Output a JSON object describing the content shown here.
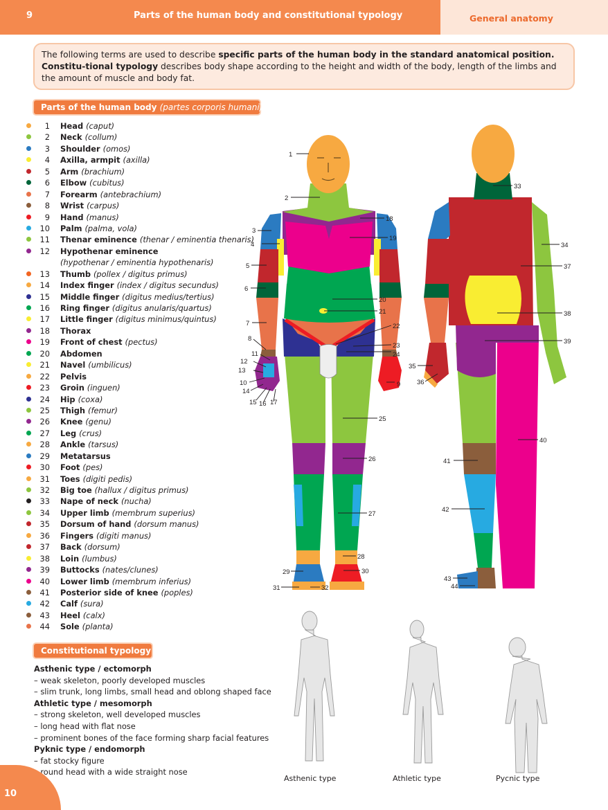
{
  "header": {
    "page_number": "9",
    "title": "Parts of the human body and constitutional typology",
    "section": "General anatomy"
  },
  "intro": {
    "t1": "The following terms are used to describe ",
    "b1": "specific parts of the human body in the standard anatomical position. Constitu-tional typology",
    "t2": " describes body shape according to the height and width of the body, length of the limbs and the amount of muscle and body fat."
  },
  "parts_heading": {
    "label": "Parts of the human body ",
    "latin": "(partes corporis humani)"
  },
  "parts": [
    {
      "num": "1",
      "term": "Head",
      "latin": "(caput)",
      "color": "#f7a941"
    },
    {
      "num": "2",
      "term": "Neck",
      "latin": "(collum)",
      "color": "#8dc63f"
    },
    {
      "num": "3",
      "term": "Shoulder",
      "latin": "(omos)",
      "color": "#2b7bc1"
    },
    {
      "num": "4",
      "term": "Axilla, armpit",
      "latin": "(axilla)",
      "color": "#f9ed32"
    },
    {
      "num": "5",
      "term": "Arm",
      "latin": "(brachium)",
      "color": "#c1272d"
    },
    {
      "num": "6",
      "term": "Elbow",
      "latin": "(cubitus)",
      "color": "#00653a"
    },
    {
      "num": "7",
      "term": "Forearm",
      "latin": "(antebrachium)",
      "color": "#e8734a"
    },
    {
      "num": "8",
      "term": "Wrist",
      "latin": "(carpus)",
      "color": "#8b5e3c"
    },
    {
      "num": "9",
      "term": "Hand",
      "latin": "(manus)",
      "color": "#ed1c24"
    },
    {
      "num": "10",
      "term": "Palm",
      "latin": "(palma, vola)",
      "color": "#27aae1"
    },
    {
      "num": "11",
      "term": "Thenar eminence",
      "latin": "(thenar / eminentia thenaris)",
      "color": "#8dc63f"
    },
    {
      "num": "12",
      "term": "Hypothenar eminence",
      "latin": "",
      "latin2": "(hypothenar / eminentia hypothenaris)",
      "color": "#92278f"
    },
    {
      "num": "13",
      "term": "Thumb",
      "latin": "(pollex / digitus primus)",
      "color": "#f26522"
    },
    {
      "num": "14",
      "term": "Index finger",
      "latin": "(index / digitus secundus)",
      "color": "#f7a941"
    },
    {
      "num": "15",
      "term": "Middle finger",
      "latin": "(digitus medius/tertius)",
      "color": "#2e3192"
    },
    {
      "num": "16",
      "term": "Ring finger",
      "latin": "(digitus anularis/quartus)",
      "color": "#00a651"
    },
    {
      "num": "17",
      "term": "Little finger",
      "latin": "(digitus minimus/quintus)",
      "color": "#f9ed32"
    },
    {
      "num": "18",
      "term": "Thorax",
      "latin": "",
      "color": "#92278f"
    },
    {
      "num": "19",
      "term": "Front of chest",
      "latin": "(pectus)",
      "color": "#ec008c"
    },
    {
      "num": "20",
      "term": "Abdomen",
      "latin": "",
      "color": "#00a651"
    },
    {
      "num": "21",
      "term": "Navel",
      "latin": "(umbilicus)",
      "color": "#f9ed32"
    },
    {
      "num": "22",
      "term": "Pelvis",
      "latin": "",
      "color": "#f7a941"
    },
    {
      "num": "23",
      "term": "Groin",
      "latin": "(inguen)",
      "color": "#ed1c24"
    },
    {
      "num": "24",
      "term": "Hip",
      "latin": "(coxa)",
      "color": "#2e3192"
    },
    {
      "num": "25",
      "term": "Thigh",
      "latin": "(femur)",
      "color": "#8dc63f"
    },
    {
      "num": "26",
      "term": "Knee",
      "latin": "(genu)",
      "color": "#92278f"
    },
    {
      "num": "27",
      "term": "Leg",
      "latin": "(crus)",
      "color": "#00a651"
    },
    {
      "num": "28",
      "term": "Ankle",
      "latin": "(tarsus)",
      "color": "#f7a941"
    },
    {
      "num": "29",
      "term": "Metatarsus",
      "latin": "",
      "color": "#2b7bc1"
    },
    {
      "num": "30",
      "term": "Foot",
      "latin": "(pes)",
      "color": "#ed1c24"
    },
    {
      "num": "31",
      "term": "Toes",
      "latin": "(digiti pedis)",
      "color": "#f7a941"
    },
    {
      "num": "32",
      "term": "Big toe",
      "latin": "(hallux / digitus primus)",
      "color": "#8dc63f"
    },
    {
      "num": "33",
      "term": "Nape of neck",
      "latin": "(nucha)",
      "color": "#231f20"
    },
    {
      "num": "34",
      "term": "Upper limb",
      "latin": "(membrum superius)",
      "color": "#8dc63f"
    },
    {
      "num": "35",
      "term": "Dorsum of hand",
      "latin": "(dorsum manus)",
      "color": "#c1272d"
    },
    {
      "num": "36",
      "term": "Fingers",
      "latin": "(digiti manus)",
      "color": "#f7a941"
    },
    {
      "num": "37",
      "term": "Back",
      "latin": "(dorsum)",
      "color": "#c1272d"
    },
    {
      "num": "38",
      "term": "Loin",
      "latin": "(lumbus)",
      "color": "#f9ed32"
    },
    {
      "num": "39",
      "term": "Buttocks",
      "latin": "(nates/clunes)",
      "color": "#92278f"
    },
    {
      "num": "40",
      "term": "Lower limb",
      "latin": "(membrum inferius)",
      "color": "#ec008c"
    },
    {
      "num": "41",
      "term": "Posterior side of knee",
      "latin": "(poples)",
      "color": "#8b5e3c"
    },
    {
      "num": "42",
      "term": "Calf",
      "latin": "(sura)",
      "color": "#27aae1"
    },
    {
      "num": "43",
      "term": "Heel",
      "latin": "(calx)",
      "color": "#8b5e3c"
    },
    {
      "num": "44",
      "term": "Sole",
      "latin": "(planta)",
      "color": "#e8734a"
    }
  ],
  "const_heading": "Constitutional typology",
  "typology": [
    {
      "title": "Asthenic type / ectomorph",
      "lines": [
        "– weak skeleton, poorly developed muscles",
        "– slim trunk, long limbs, small head and oblong shaped face"
      ]
    },
    {
      "title": "Athletic type / mesomorph",
      "lines": [
        "– strong skeleton, well developed muscles",
        "– long head with flat nose",
        "– prominent bones of the face forming sharp facial features"
      ]
    },
    {
      "title": "Pyknic type / endomorph",
      "lines": [
        "– fat stocky figure",
        "– round head with a wide straight nose"
      ]
    }
  ],
  "type_labels": {
    "asthenic": "Asthenic type",
    "athletic": "Athletic type",
    "pycnic": "Pycnic type"
  },
  "figure_labels": [
    "1",
    "2",
    "3",
    "4",
    "5",
    "6",
    "7",
    "8",
    "9",
    "10",
    "11",
    "12",
    "13",
    "14",
    "15",
    "16",
    "17",
    "18",
    "19",
    "20",
    "21",
    "22",
    "23",
    "24",
    "25",
    "26",
    "27",
    "28",
    "29",
    "30",
    "31",
    "32",
    "33",
    "34",
    "35",
    "36",
    "37",
    "38",
    "39",
    "40",
    "41",
    "42",
    "43",
    "44"
  ],
  "footer": {
    "page_number": "10"
  }
}
